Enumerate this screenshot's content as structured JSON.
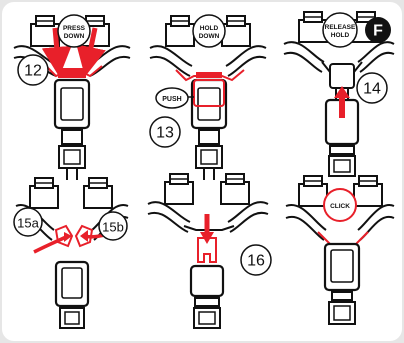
{
  "panel_badge": "F",
  "steps": [
    {
      "number": "12",
      "callout": [
        "PRESS",
        "DOWN"
      ]
    },
    {
      "number": "13",
      "callout": [
        "HOLD",
        "DOWN"
      ],
      "side_label": "PUSH"
    },
    {
      "number": "14",
      "callout": [
        "RELEASE",
        "HOLD"
      ]
    },
    {
      "number": "15a"
    },
    {
      "number": "15b"
    },
    {
      "number": "16"
    },
    {
      "callout": [
        "CLICK"
      ]
    }
  ],
  "colors": {
    "accent": "#e8202a",
    "line": "#111111",
    "bg": "#ffffff",
    "frame": "#e6e6e6"
  }
}
